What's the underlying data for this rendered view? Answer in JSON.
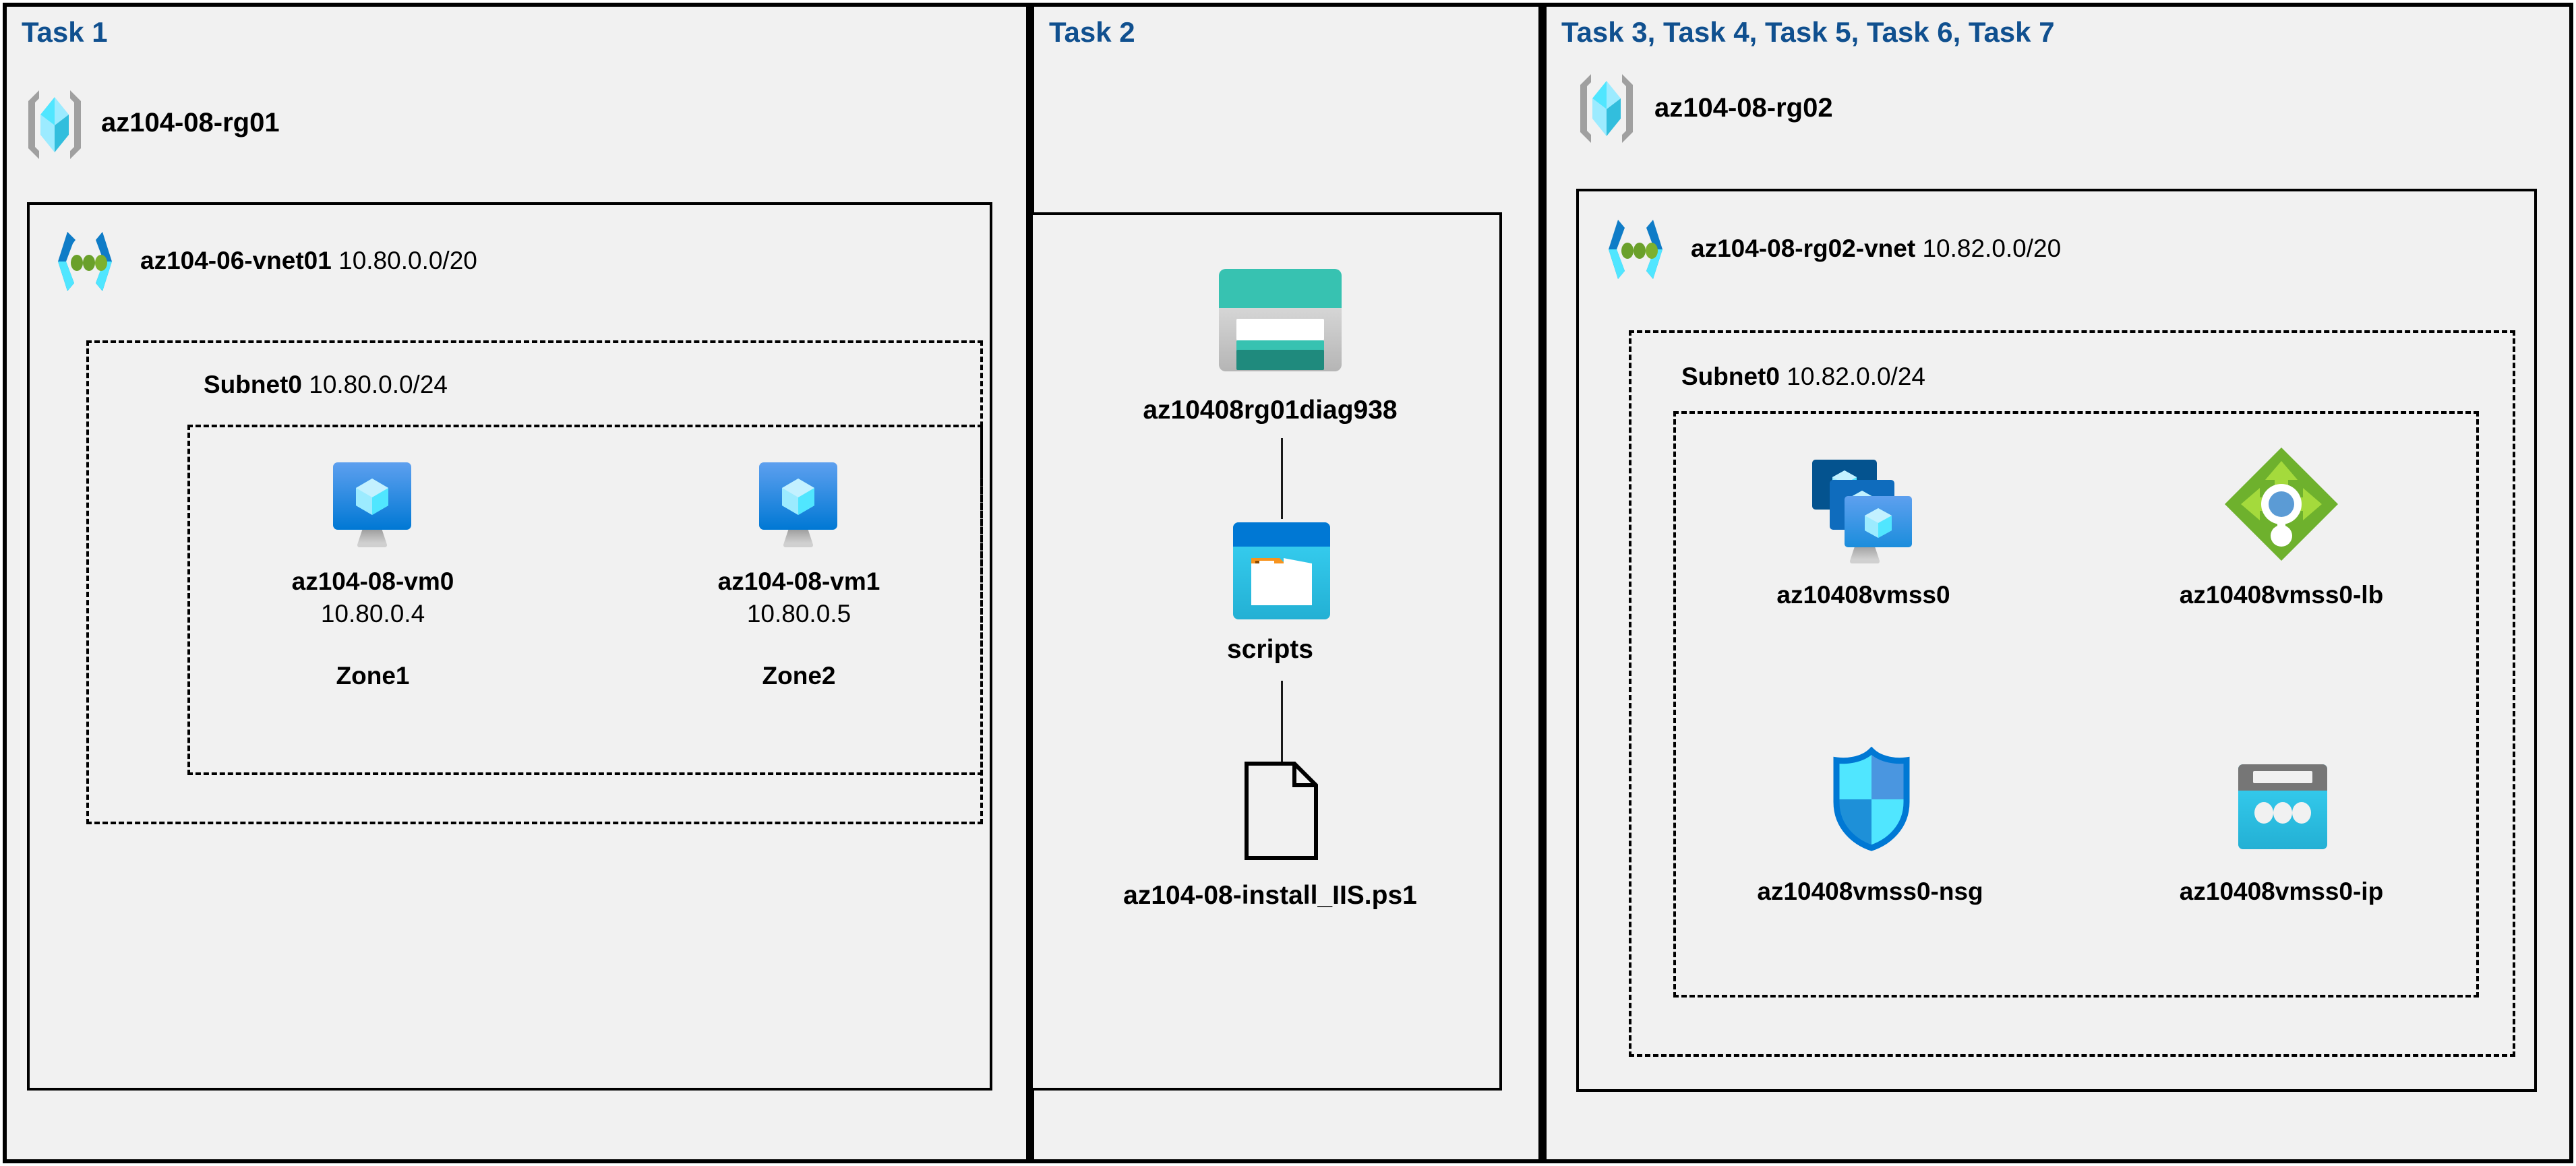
{
  "diagram": {
    "title_color": "#10508f",
    "background": "#f1f1f1",
    "border_color": "#000000"
  },
  "panels": [
    {
      "id": "task1",
      "title": "Task 1",
      "resource_group": {
        "name": "az104-08-rg01",
        "icon": "resource-group-icon"
      },
      "vnet": {
        "name": "az104-06-vnet01",
        "cidr": "10.80.0.0/20",
        "icon": "virtual-network-icon"
      },
      "subnet": {
        "name": "Subnet0",
        "cidr": "10.80.0.0/24"
      },
      "vms": [
        {
          "name": "az104-08-vm0",
          "ip": "10.80.0.4",
          "zone": "Zone1",
          "icon": "virtual-machine-icon"
        },
        {
          "name": "az104-08-vm1",
          "ip": "10.80.0.5",
          "zone": "Zone2",
          "icon": "virtual-machine-icon"
        }
      ]
    },
    {
      "id": "task2",
      "title": "Task 2",
      "items": [
        {
          "name": "az10408rg01diag938",
          "icon": "storage-account-icon"
        },
        {
          "name": "scripts",
          "icon": "blob-container-icon"
        },
        {
          "name": "az104-08-install_IIS.ps1",
          "icon": "file-icon"
        }
      ]
    },
    {
      "id": "task3",
      "title": "Task 3, Task 4, Task 5, Task 6, Task 7",
      "resource_group": {
        "name": "az104-08-rg02",
        "icon": "resource-group-icon"
      },
      "vnet": {
        "name": "az104-08-rg02-vnet",
        "cidr": "10.82.0.0/20",
        "icon": "virtual-network-icon"
      },
      "subnet": {
        "name": "Subnet0",
        "cidr": "10.82.0.0/24"
      },
      "resources": [
        {
          "name": "az10408vmss0",
          "icon": "vm-scale-set-icon"
        },
        {
          "name": "az10408vmss0-lb",
          "icon": "load-balancer-icon"
        },
        {
          "name": "az10408vmss0-nsg",
          "icon": "network-security-group-icon"
        },
        {
          "name": "az10408vmss0-ip",
          "icon": "public-ip-address-icon"
        }
      ]
    }
  ],
  "colors": {
    "title_blue": "#10508f",
    "azure_blue": "#0078d4",
    "azure_cyan": "#32bedd",
    "azure_light_cyan": "#9cebff",
    "storage_teal": "#37c2b1",
    "storage_teal_dark": "#1f8a7d",
    "lb_green": "#6eb12d",
    "lb_green_light": "#a4da3c",
    "grey": "#767676",
    "folder_orange": "#f7941e"
  }
}
